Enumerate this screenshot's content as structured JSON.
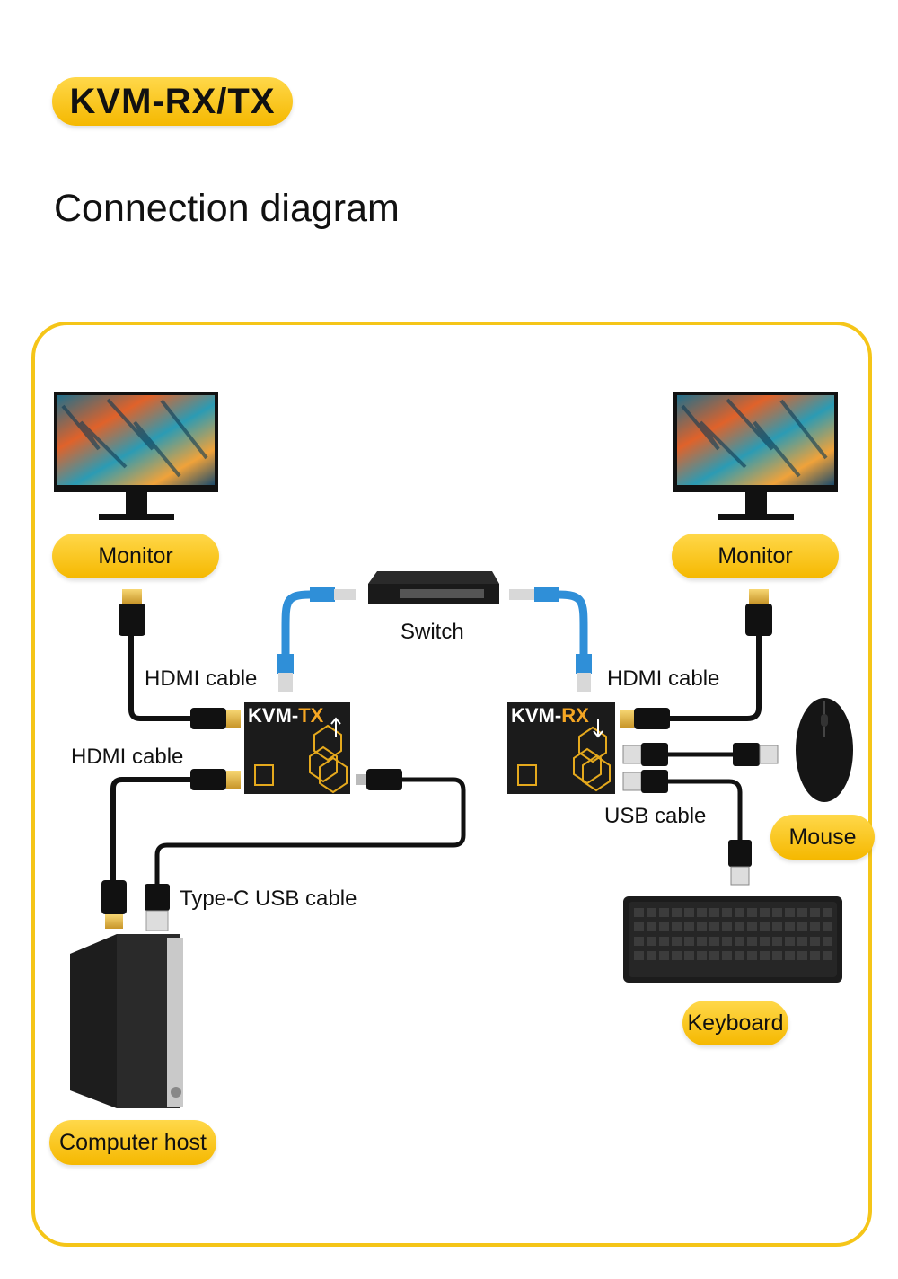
{
  "badge": "KVM-RX/TX",
  "heading": "Connection diagram",
  "labels": {
    "monitor_left": "Monitor",
    "monitor_right": "Monitor",
    "switch": "Switch",
    "hdmi_tx_top": "HDMI cable",
    "hdmi_tx_bottom": "HDMI cable",
    "hdmi_rx": "HDMI cable",
    "typec": "Type-C USB cable",
    "usb": "USB cable",
    "mouse": "Mouse",
    "keyboard": "Keyboard",
    "computer": "Computer host",
    "tx_device_prefix": "KVM-",
    "tx_device_suffix": "TX",
    "rx_device_prefix": "KVM-",
    "rx_device_suffix": "RX"
  },
  "colors": {
    "accent": "#f5c518",
    "cable_ethernet": "#2f8fd8",
    "device_text_accent": "#f5a623"
  }
}
